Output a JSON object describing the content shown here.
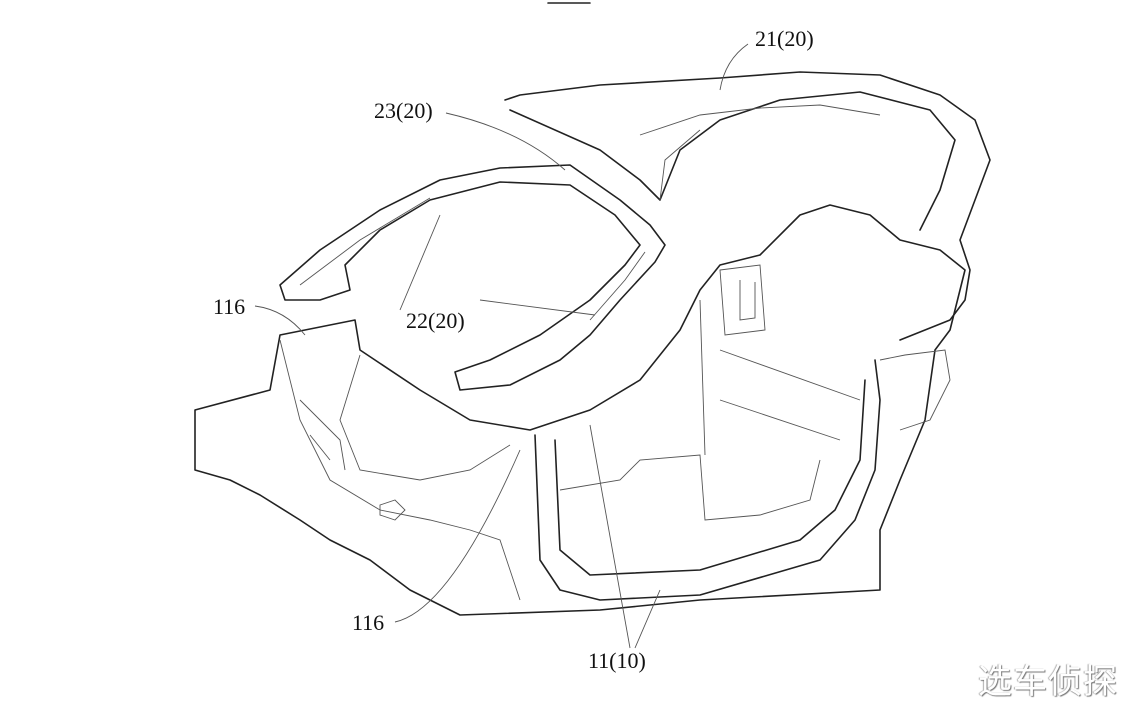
{
  "figure": {
    "labels": {
      "roof_rail": "21(20)",
      "windshield_frame": "23(20)",
      "a_pillar_frame": "22(20)",
      "front_upper": "116",
      "front_lower": "116",
      "body_lower": "11(10)"
    },
    "watermark": "选车侦探"
  }
}
